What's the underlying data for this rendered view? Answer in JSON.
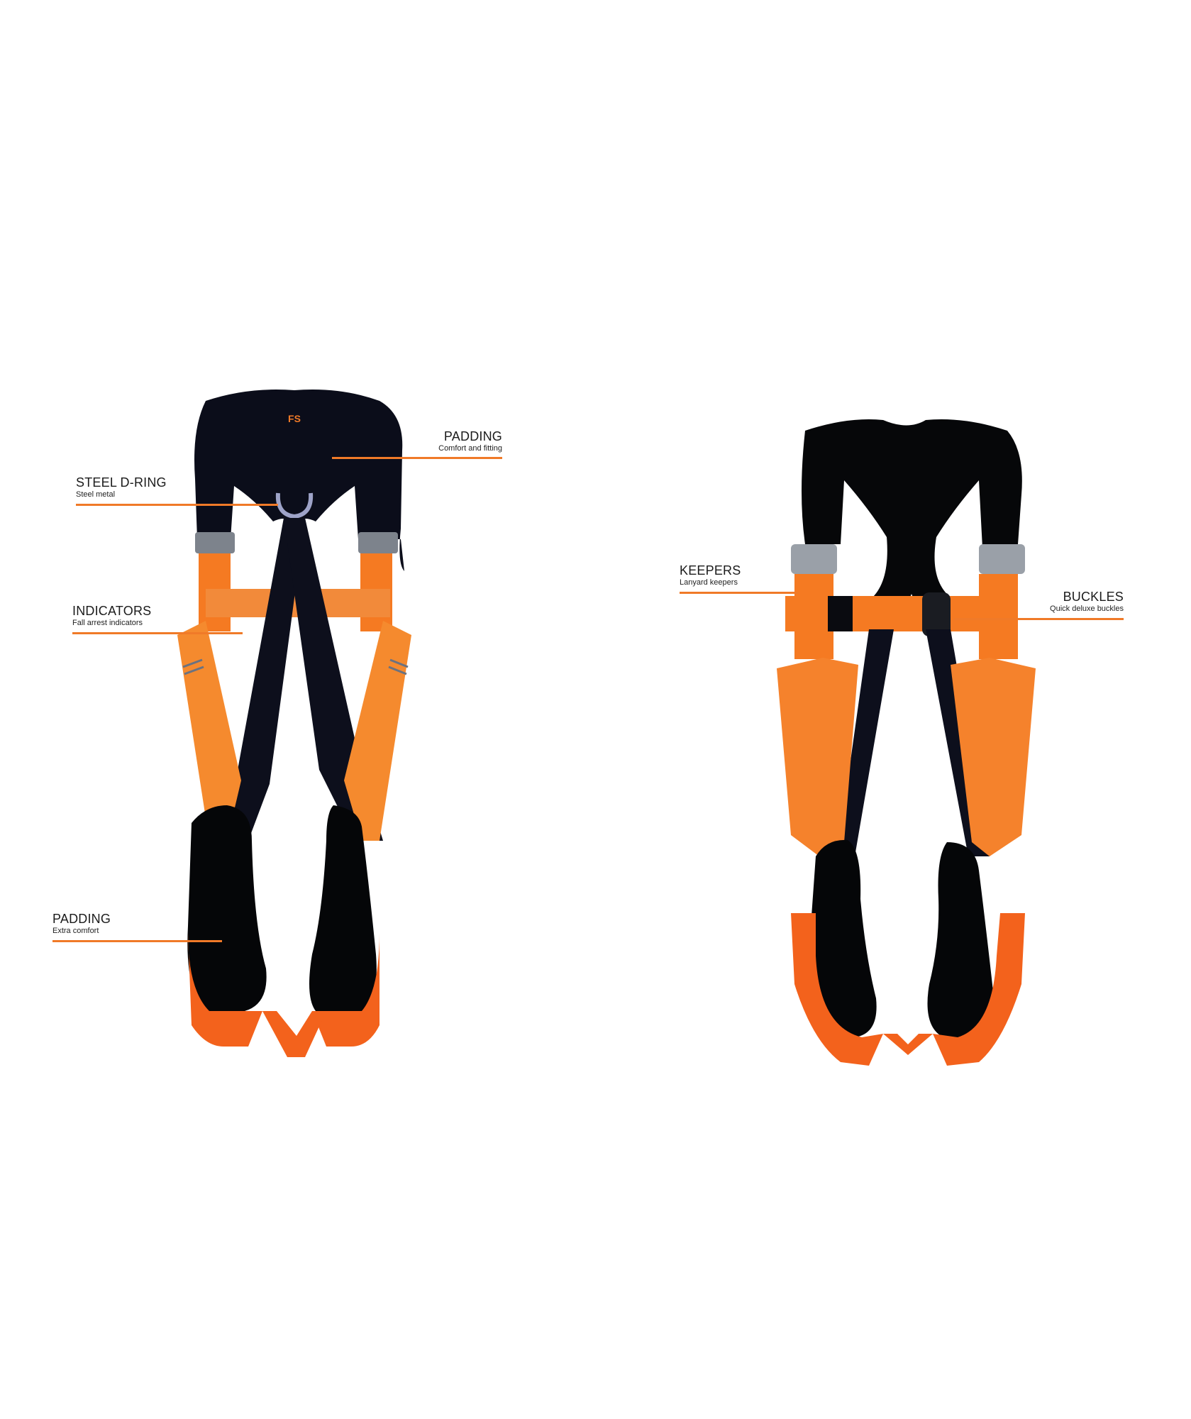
{
  "colors": {
    "accent": "#F07A28",
    "strap_dark": "#0d0f1c",
    "strap_orange": "#F57A22",
    "buckle_grey": "#9aa0a8",
    "text": "#1b1b1b",
    "background": "#ffffff"
  },
  "front_view": {
    "logo_text": "FS",
    "callouts": [
      {
        "id": "padding-shoulder",
        "title": "PADDING",
        "subtitle": "Comfort and fitting",
        "align": "right"
      },
      {
        "id": "steel-d-ring",
        "title": "STEEL D-RING",
        "subtitle": "Steel metal",
        "align": "left"
      },
      {
        "id": "indicators",
        "title": "INDICATORS",
        "subtitle": "Fall arrest indicators",
        "align": "left"
      },
      {
        "id": "padding-leg",
        "title": "PADDING",
        "subtitle": "Extra comfort",
        "align": "left"
      }
    ]
  },
  "back_view": {
    "callouts": [
      {
        "id": "keepers",
        "title": "KEEPERS",
        "subtitle": "Lanyard keepers",
        "align": "left"
      },
      {
        "id": "buckles",
        "title": "BUCKLES",
        "subtitle": "Quick deluxe buckles",
        "align": "right"
      }
    ]
  }
}
